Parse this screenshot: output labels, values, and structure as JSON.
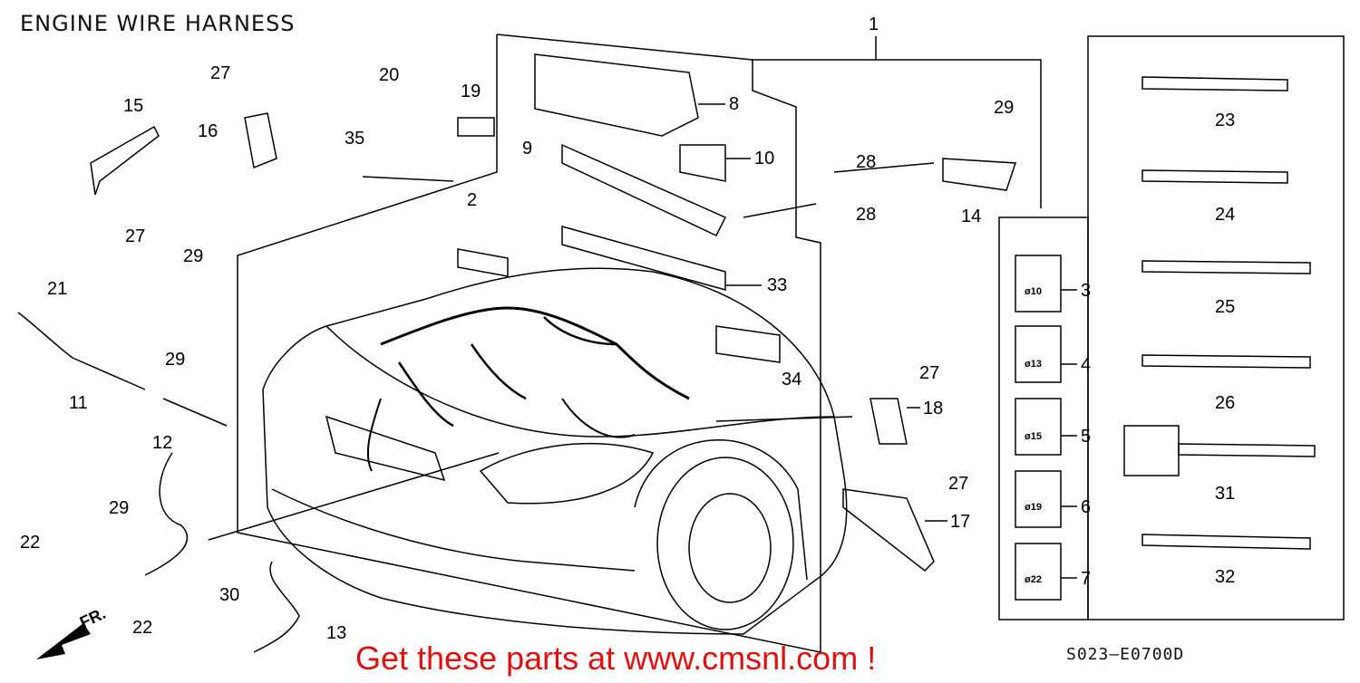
{
  "title": "ENGINE WIRE HARNESS",
  "footer": {
    "cta": "Get these parts at www.cmsnl.com !",
    "diagram_code": "S023–E0700D"
  },
  "direction_label": "FR.",
  "part_labels": {
    "p1": "1",
    "p2": "2",
    "p3": "3",
    "p4": "4",
    "p5": "5",
    "p6": "6",
    "p7": "7",
    "p8": "8",
    "p9": "9",
    "p10": "10",
    "p11": "11",
    "p12": "12",
    "p13": "13",
    "p14": "14",
    "p15": "15",
    "p16": "16",
    "p17": "17",
    "p18": "18",
    "p19": "19",
    "p20": "20",
    "p21": "21",
    "p22a": "22",
    "p22b": "22",
    "p23": "23",
    "p24": "24",
    "p25": "25",
    "p26": "26",
    "p27a": "27",
    "p27b": "27",
    "p27c": "27",
    "p27d": "27",
    "p28a": "28",
    "p28b": "28",
    "p29a": "29",
    "p29b": "29",
    "p29c": "29",
    "p29d": "29",
    "p30": "30",
    "p31": "31",
    "p32": "32",
    "p33": "33",
    "p34": "34",
    "p35": "35"
  },
  "clip_diameters": {
    "d3": "ø10",
    "d4": "ø13",
    "d5": "ø15",
    "d6": "ø19",
    "d7": "ø22"
  }
}
